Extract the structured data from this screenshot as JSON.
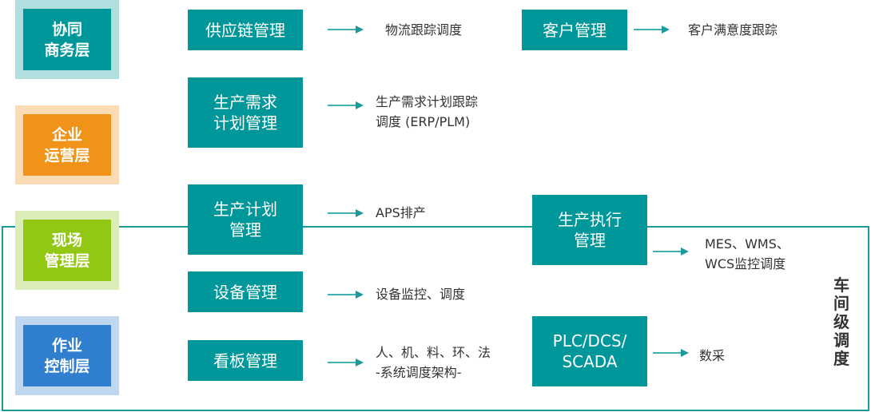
{
  "colors": {
    "teal": "#00979a",
    "frame": "#1a9a9a",
    "arrow": "#3fb3b3",
    "layer_collab": "#00979a",
    "layer_collab_bg": "#b0dfe0",
    "layer_enterprise": "#f09318",
    "layer_enterprise_bg": "#fadbb3",
    "layer_field": "#92c814",
    "layer_field_bg": "#ddedb8",
    "layer_control": "#2f7ed0",
    "layer_control_bg": "#bfd7ef"
  },
  "layers": [
    {
      "label": "协同\n商务层"
    },
    {
      "label": "企业\n运营层"
    },
    {
      "label": "现场\n管理层"
    },
    {
      "label": "作业\n控制层"
    }
  ],
  "modules": [
    {
      "label": "供应链管理",
      "desc": "物流跟踪调度"
    },
    {
      "label": "客户管理",
      "desc": "客户满意度跟踪"
    },
    {
      "label": "生产需求\n计划管理",
      "desc": "生产需求计划跟踪\n调度 (ERP/PLM)"
    },
    {
      "label": "生产计划\n管理",
      "desc": "APS排产"
    },
    {
      "label": "生产执行\n管理",
      "desc": "MES、WMS、\nWCS监控调度"
    },
    {
      "label": "设备管理",
      "desc": "设备监控、调度"
    },
    {
      "label": "看板管理",
      "desc": "人、机、料、环、法\n-系统调度架构-"
    },
    {
      "label": "PLC/DCS/\nSCADA",
      "desc": "数采"
    }
  ],
  "workshop_label": "车\n间\n级\n调\n度"
}
